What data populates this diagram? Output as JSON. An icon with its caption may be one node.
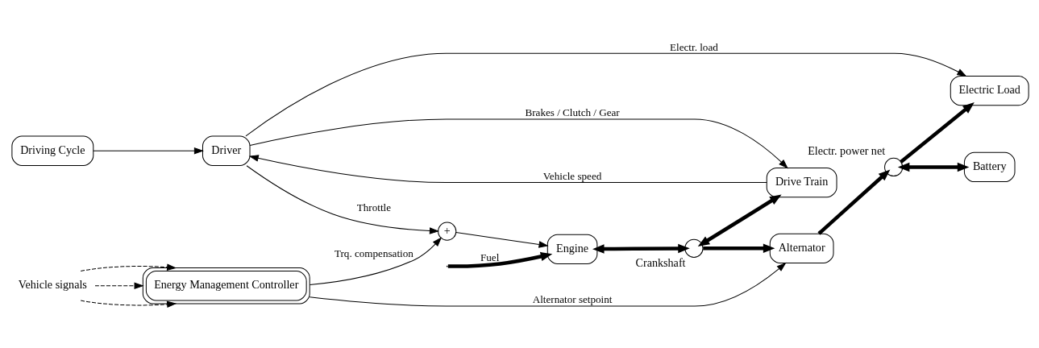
{
  "diagram": {
    "nodes": [
      {
        "text": [
          "Driving Cycle"
        ]
      },
      {
        "text": [
          "Driver"
        ]
      },
      {
        "text": [
          "+"
        ]
      },
      {
        "text": [
          "Engine"
        ]
      },
      {
        "text": [],
        "shape": "circle",
        "beside": [
          "Crankshaft"
        ]
      },
      {
        "text": [
          "Drive Train"
        ]
      },
      {
        "text": [
          "Energy Management Controller"
        ]
      },
      {
        "text": [
          "Alternator"
        ]
      },
      {
        "text": [
          "Battery"
        ]
      },
      {
        "text": [],
        "shape": "circle",
        "beside": [
          "Electr. power net"
        ]
      },
      {
        "text": [
          "Electric Load"
        ]
      },
      {
        "text": [
          "Vehicle signals"
        ]
      }
    ],
    "edges": [
      {
        "from": 0,
        "to": 1,
        "arrow": "to"
      },
      {
        "from": 5,
        "to": 1,
        "arrow": "to",
        "label": "Vehicle speed"
      },
      {
        "from": 1,
        "to": 5,
        "arrow": "to",
        "label": "Brakes / Clutch / Gear"
      },
      {
        "from": 1,
        "to": 2,
        "arrow": "to",
        "label": "Throttle"
      },
      {
        "from": 2,
        "to": 3,
        "arrow": "to"
      },
      {
        "from": 1,
        "to": 10,
        "arrow": "to",
        "label": "Electr. load"
      },
      {
        "from": null,
        "to": 3,
        "arrow": "to",
        "label": "Fuel",
        "style": "thick"
      },
      {
        "from": 6,
        "to": 2,
        "arrow": "to",
        "label": "Trq. compensation"
      },
      {
        "from": 6,
        "to": 7,
        "arrow": "to",
        "label": "Alternator setpoint"
      },
      {
        "from": 11,
        "to": 6,
        "arrow": "to",
        "style": "dashed"
      },
      {
        "from": 11,
        "to": 6,
        "arrow": "to",
        "style": "dashed"
      },
      {
        "from": 11,
        "to": 6,
        "arrow": "to",
        "style": "dashed"
      },
      {
        "from": 3,
        "to": 4,
        "arrow": "both",
        "style": "thick"
      },
      {
        "from": 4,
        "to": 5,
        "arrow": "both",
        "style": "thick"
      },
      {
        "from": 4,
        "to": 7,
        "arrow": "to",
        "style": "thick"
      },
      {
        "from": 7,
        "to": 9,
        "arrow": "to",
        "style": "thick"
      },
      {
        "from": 9,
        "to": 8,
        "arrow": "both",
        "style": "thick"
      },
      {
        "from": 9,
        "to": 10,
        "arrow": "to",
        "style": "thick"
      }
    ]
  }
}
